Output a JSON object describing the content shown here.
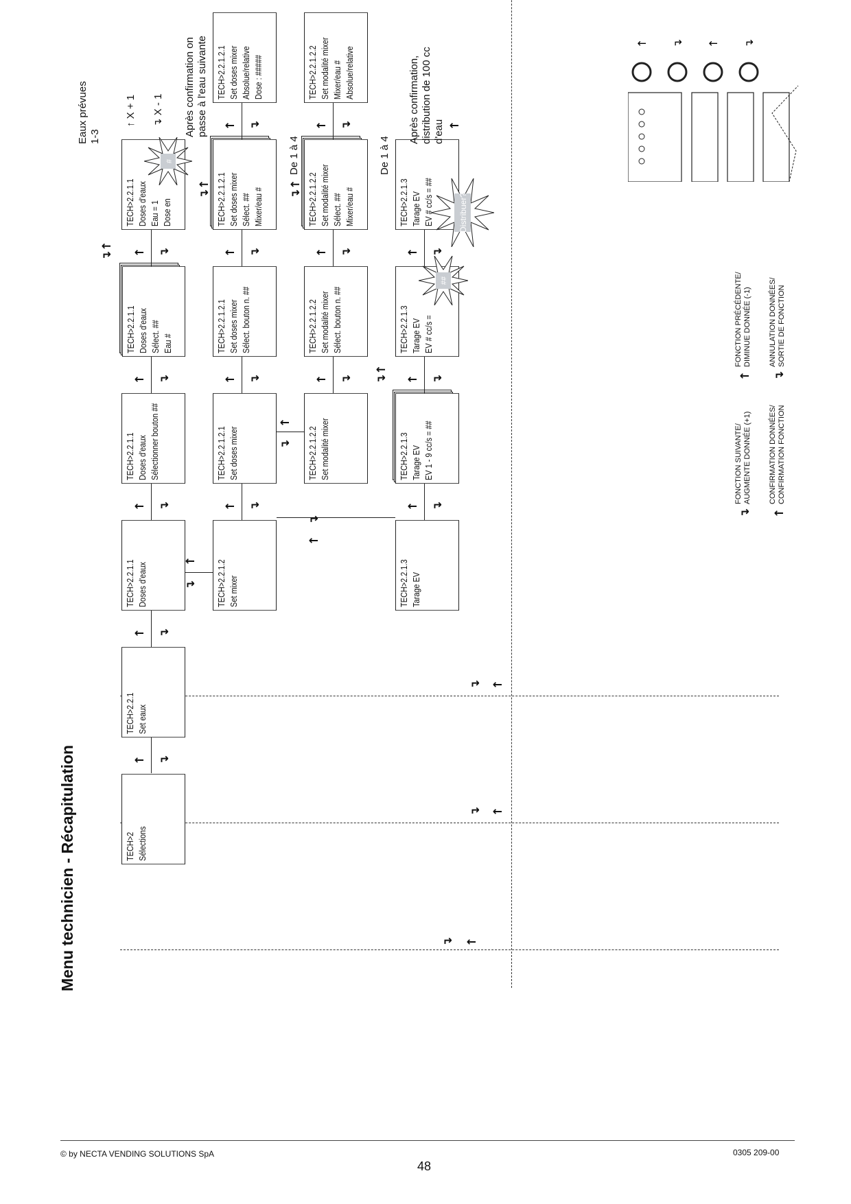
{
  "title": "Menu technicien - Récapitulation",
  "footer": {
    "copyright": "© by NECTA VENDING SOLUTIONS SpA",
    "page": "48",
    "code": "0305 209-00"
  },
  "boxes": {
    "tech2": [
      "TECH>2",
      "Sélections"
    ],
    "tech221": [
      "TECH>2.2.1",
      "Set eaux"
    ],
    "tech2211_a": [
      "TECH>2.2.1.1",
      "Doses d'eaux"
    ],
    "tech2211_b": [
      "TECH>2.2.1.1",
      "Doses d'eaux",
      "Sélectionner bouton ##"
    ],
    "tech2211_c": [
      "TECH>2.2.1.1",
      "Doses d'eaux",
      "Sélect.  ##",
      "Eau #"
    ],
    "tech2211_d": [
      "TECH>2.2.1.1",
      "Doses d'eaux",
      "Eau = 1",
      "Dose en"
    ],
    "tech2212": [
      "TECH>2.2.1.2",
      "Set mixer"
    ],
    "tech22121_a": [
      "TECH>2.2.1.2.1",
      "Set doses mixer"
    ],
    "tech22121_b": [
      "TECH>2.2.1.2.1",
      "Set doses mixer",
      "Sélect. bouton n. ##"
    ],
    "tech22121_c": [
      "TECH>2.2.1.2.1",
      "Set doses mixer",
      "Sélect.  ##",
      "Mixer/eau #"
    ],
    "tech22121_d": [
      "TECH>2.2.1.2.1",
      "Set doses mixer",
      "Absolue/relative",
      "Dose : #####"
    ],
    "tech22122_a": [
      "TECH>2.2.1.2.2",
      "Set modalité mixer"
    ],
    "tech22122_b": [
      "TECH>2.2.1.2.2",
      "Set modalité mixer",
      "Sélect. bouton n. ##"
    ],
    "tech22122_c": [
      "TECH>2.2.1.2.2",
      "Set modalité mixer",
      "Sélect.  ##",
      "Mixer/eau #"
    ],
    "tech22122_d": [
      "TECH>2.2.1.2.2",
      "Set modalité mixer",
      "Mixer/eau #",
      "Absolue/relative"
    ],
    "tech2213_a": [
      "TECH>2.2.1.3",
      "Tarage EV"
    ],
    "tech2213_b": [
      "TECH>2.2.1.3",
      "Tarage EV",
      "EV 1 - 9  cc/s = ##"
    ],
    "tech2213_c": [
      "TECH>2.2.1.3",
      "Tarage EV",
      "EV #  cc/s ="
    ],
    "tech2213_d": [
      "TECH>2.2.1.3",
      "Tarage EV",
      "EV #  cc/s = ##"
    ]
  },
  "bursts": {
    "hash1": "#",
    "hash2": "##",
    "distribuer": "Distribuer?"
  },
  "notes": {
    "eaux_prevues": [
      "Eaux prévues",
      "1-3"
    ],
    "x_plus": "X + 1",
    "x_minus": "X - 1",
    "apres_conf": [
      "Après confirmation on",
      "passe à l'eau suivante"
    ],
    "apres_conf2": [
      "Après confirmation,",
      "distribution de 100 cc",
      "d'eau"
    ],
    "de1a4_a": "De 1 à 4",
    "de1a4_b": "De 1 à 4"
  },
  "legend": {
    "suivante": [
      "FONCTION SUIVANTE/",
      "AUGMENTE DONNÉE (+1)"
    ],
    "precedente": [
      "FONCTION PRÉCÉDENTE/",
      "DIMINUE DONNÉE (-1)"
    ],
    "confirmation": [
      "CONFIRMATION DONNÉES/",
      "CONFIRMATION FONCTION"
    ],
    "annulation": [
      "ANNULATION DONNÉES/",
      "SORTIE DE FONCTION"
    ]
  }
}
